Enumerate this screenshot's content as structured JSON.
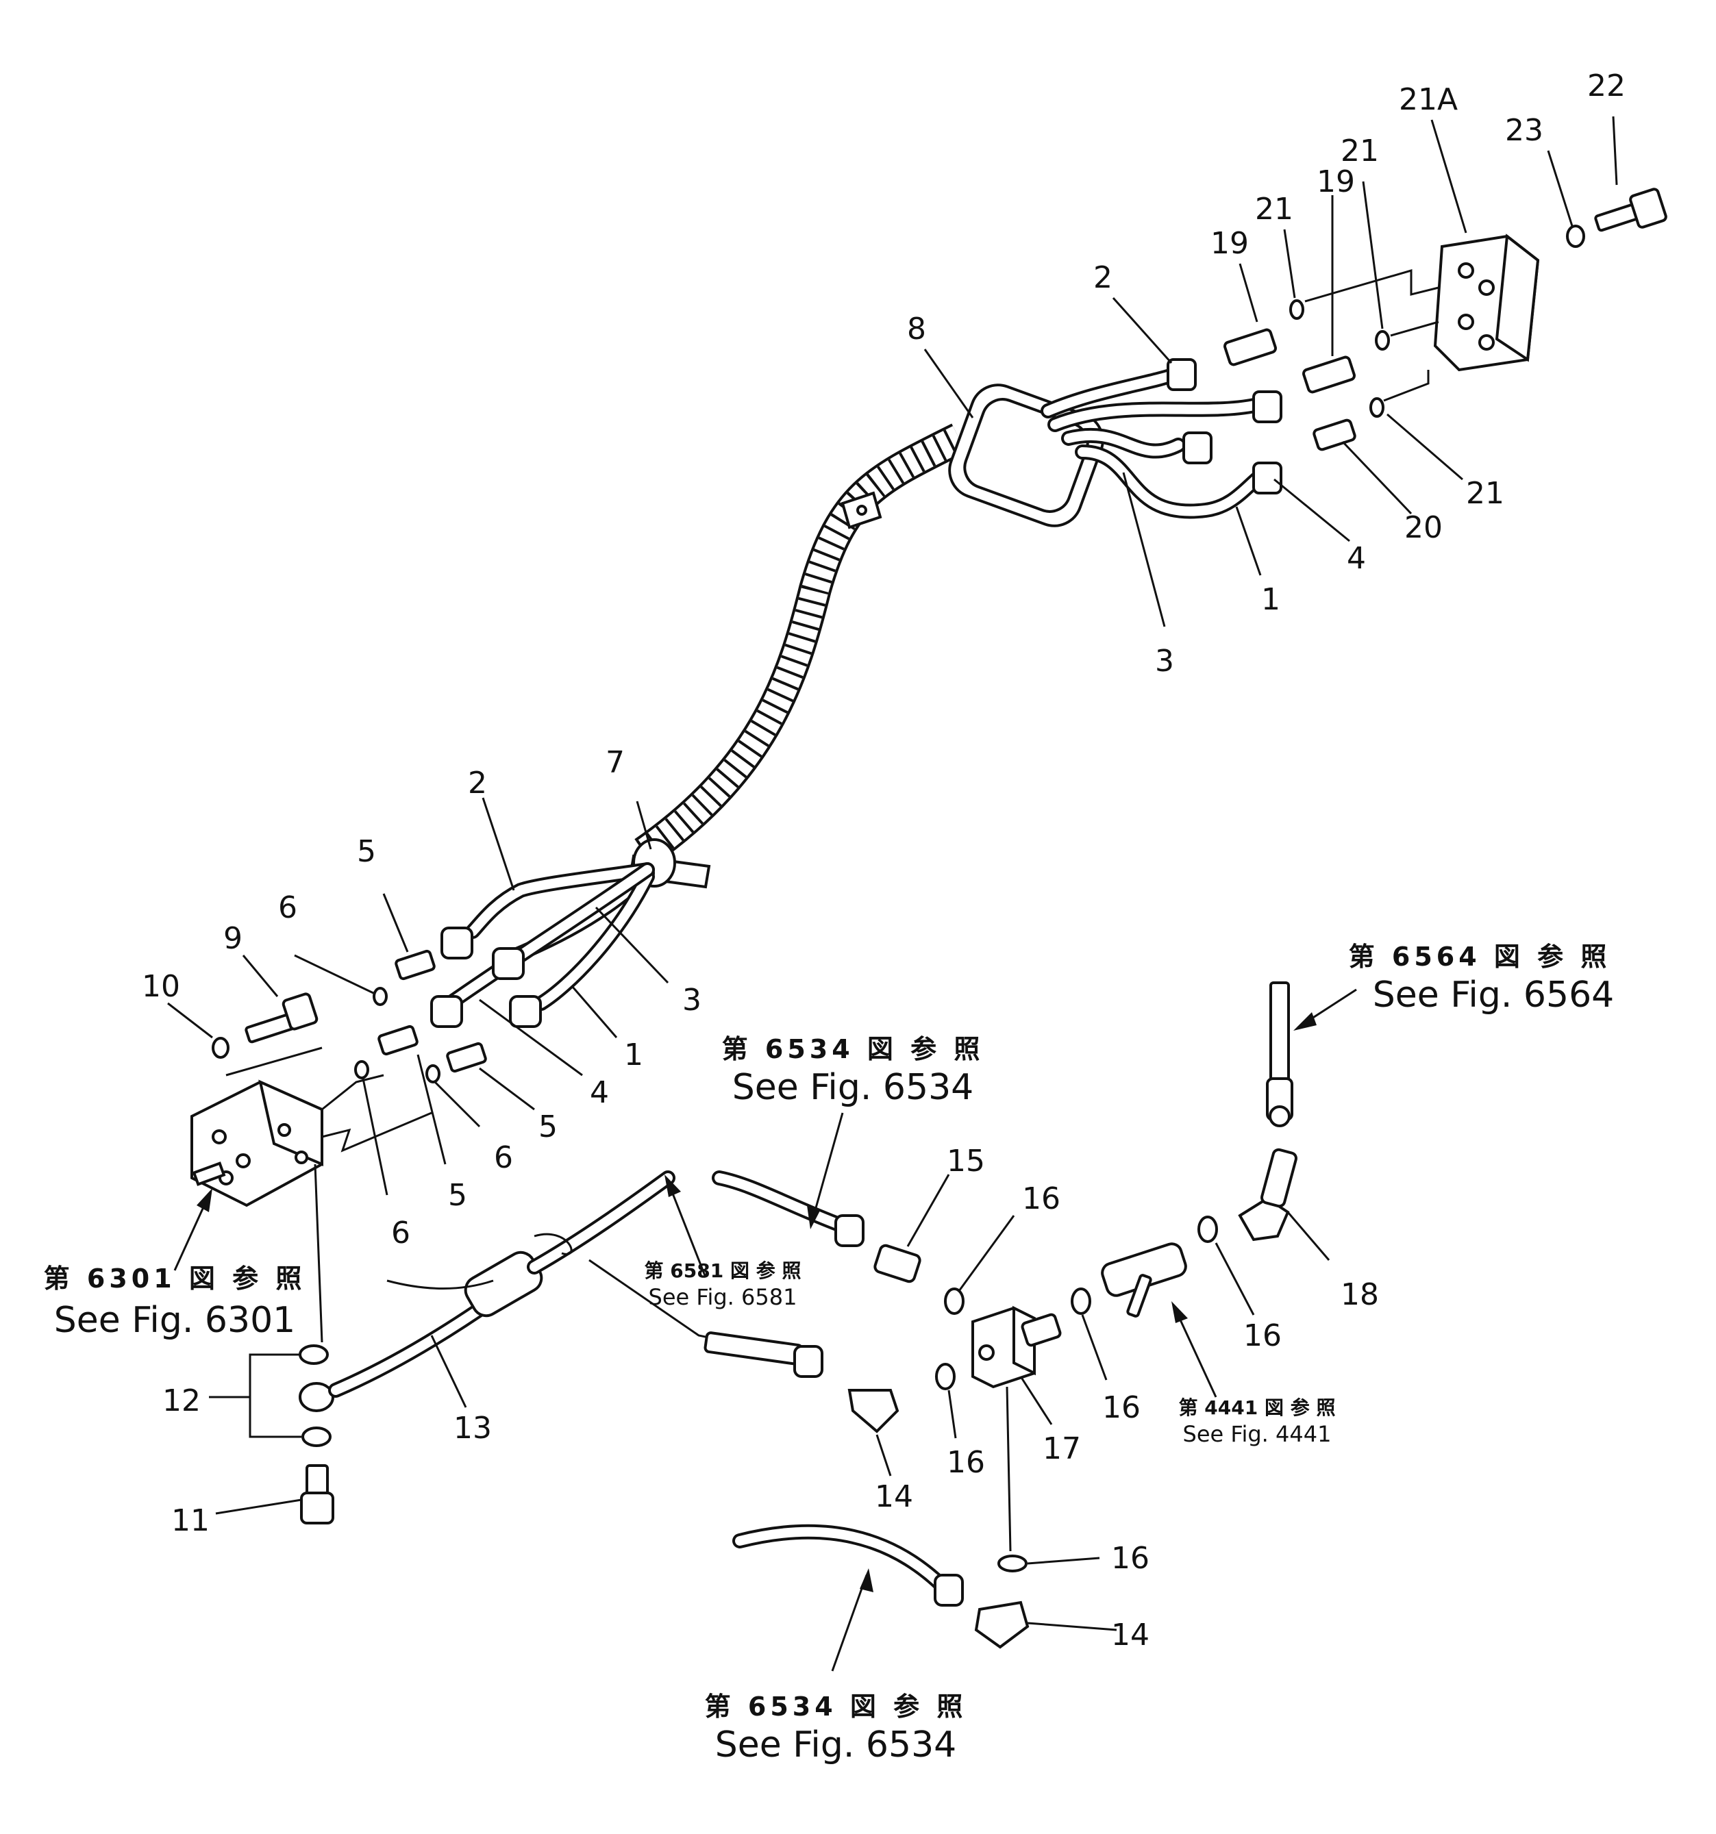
{
  "callouts": {
    "c22": "22",
    "c21a": "21A",
    "c23": "23",
    "c21_top": "21",
    "c19_r": "19",
    "c21_l": "21",
    "c19_l": "19",
    "c2_top": "2",
    "c8": "8",
    "c21_bot": "21",
    "c20": "20",
    "c4_top": "4",
    "c1_top": "1",
    "c3_top": "3",
    "c7": "7",
    "c2_mid": "2",
    "c5_top": "5",
    "c6_top": "6",
    "c9": "9",
    "c10": "10",
    "c3_mid": "3",
    "c1_mid": "1",
    "c4_mid": "4",
    "c5_mid": "5",
    "c6_mid": "6",
    "c5_low": "5",
    "c6_low": "6",
    "c15": "15",
    "c16_a": "16",
    "c18": "18",
    "c16_b": "16",
    "c16_c": "16",
    "c17": "17",
    "c16_d": "16",
    "c14_a": "14",
    "c13": "13",
    "c12": "12",
    "c11": "11",
    "c16_e": "16",
    "c14_b": "14"
  },
  "references": {
    "fig6564": {
      "ja": "第 6564 図 参 照",
      "en": "See Fig. 6564"
    },
    "fig6534_top": {
      "ja": "第 6534 図 参 照",
      "en": "See Fig. 6534"
    },
    "fig6301": {
      "ja": "第 6301 図 参 照",
      "en": "See Fig. 6301"
    },
    "fig6581": {
      "ja": "第 6581 図 参 照",
      "en": "See Fig. 6581"
    },
    "fig4441": {
      "ja": "第 4441 図 参 照",
      "en": "See Fig. 4441"
    },
    "fig6534_bot": {
      "ja": "第 6534 図 参 照",
      "en": "See Fig. 6534"
    }
  }
}
